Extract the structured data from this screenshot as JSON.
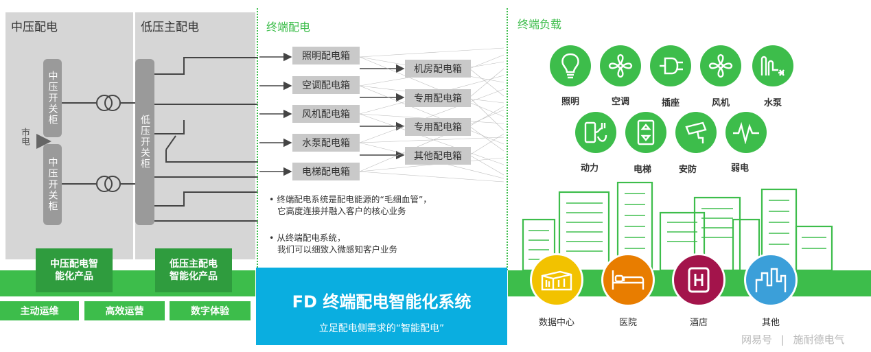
{
  "mv": {
    "title": "中压配电",
    "switchgear_top": "中压开关柜",
    "switchgear_bottom": "中压开关柜",
    "grid_label": "市电",
    "product": "中压配电智能化产品"
  },
  "lv": {
    "title": "低压主配电",
    "switchgear": "低压开关柜",
    "product": "低压主配电智能化产品"
  },
  "benefits": [
    "主动运维",
    "高效运营",
    "数字体验"
  ],
  "terminal": {
    "title": "终端配电",
    "left_boxes": [
      "照明配电箱",
      "空调配电箱",
      "风机配电箱",
      "水泵配电箱",
      "电梯配电箱"
    ],
    "right_boxes": [
      "机房配电箱",
      "专用配电箱",
      "专用配电箱",
      "其他配电箱"
    ],
    "bullet1_line1": "终端配电系统是配电能源的“毛细血管”，",
    "bullet1_line2": "它高度连接并融入客户的核心业务",
    "bullet2_line1": "从终端配电系统，",
    "bullet2_line2": "我们可以细致入微感知客户业务"
  },
  "system": {
    "title": "FD 终端配电智能化系统",
    "subtitle": "立足配电侧需求的“智能配电”"
  },
  "loads": {
    "title": "终端负载",
    "row1": [
      {
        "label": "照明",
        "icon": "bulb-icon"
      },
      {
        "label": "空调",
        "icon": "fan-icon"
      },
      {
        "label": "插座",
        "icon": "plug-icon"
      },
      {
        "label": "风机",
        "icon": "fan-icon"
      },
      {
        "label": "水泵",
        "icon": "pump-icon"
      }
    ],
    "row2": [
      {
        "label": "动力",
        "icon": "power-icon"
      },
      {
        "label": "电梯",
        "icon": "elevator-icon"
      },
      {
        "label": "安防",
        "icon": "camera-icon"
      },
      {
        "label": "弱电",
        "icon": "signal-icon"
      }
    ]
  },
  "buildings": [
    {
      "label": "数据中心",
      "color": "#f2c200",
      "icon": "datacenter-icon"
    },
    {
      "label": "医院",
      "color": "#e87d00",
      "icon": "bed-icon"
    },
    {
      "label": "酒店",
      "color": "#a3144b",
      "icon": "hotel-icon"
    },
    {
      "label": "其他",
      "color": "#3b9fd9",
      "icon": "city-icon"
    }
  ],
  "watermark": {
    "source": "网易号",
    "separator": "|",
    "author": "施耐德电气"
  },
  "colors": {
    "green": "#3dbd4b",
    "dark_green": "#2f9c3e",
    "cyan": "#0aaee0",
    "gray": "#d6d6d6"
  }
}
